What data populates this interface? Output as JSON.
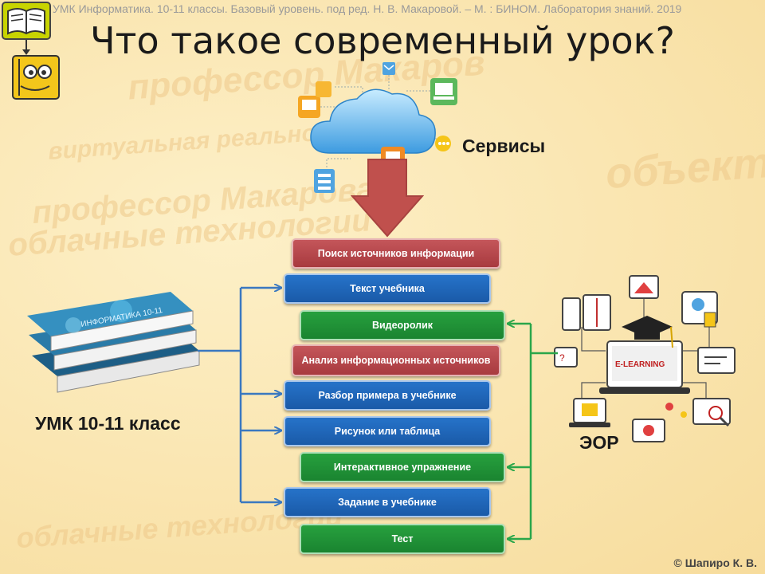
{
  "header": "УМК Информатика. 10-11 классы. Базовый уровень. под ред. Н. В. Макаровой. – М. : БИНОМ. Лаборатория знаний. 2019",
  "title": "Что такое современный урок?",
  "services_label": "Сервисы",
  "umk_label": "УМК 10-11 класс",
  "eor_label": "ЭОР",
  "elearning_label": "E-LEARNING",
  "book_title_text": "ИНФОРМАТИКА 10-11",
  "boxes": [
    {
      "text": "Поиск источников информации",
      "color": "red"
    },
    {
      "text": "Текст учебника",
      "color": "blue"
    },
    {
      "text": "Видеоролик",
      "color": "green"
    },
    {
      "text": "Анализ информационных источников",
      "color": "red"
    },
    {
      "text": "Разбор примера в учебнике",
      "color": "blue"
    },
    {
      "text": "Рисунок или таблица",
      "color": "blue"
    },
    {
      "text": "Интерактивное упражнение",
      "color": "green"
    },
    {
      "text": "Задание в учебнике",
      "color": "blue"
    },
    {
      "text": "Тест",
      "color": "green"
    }
  ],
  "copyright": "© Шапиро К. В.",
  "watermarks": [
    "профессор Макаров",
    "виртуальная реальность",
    "объект",
    "облачные технологии",
    "профессор Макарова"
  ],
  "colors": {
    "background": "#fbe7b3",
    "red": "#b5454a",
    "blue": "#1f66ba",
    "green": "#209038",
    "connector_blue": "#3a78c0",
    "connector_green": "#2aa64a",
    "arrow": "#c0504d"
  }
}
